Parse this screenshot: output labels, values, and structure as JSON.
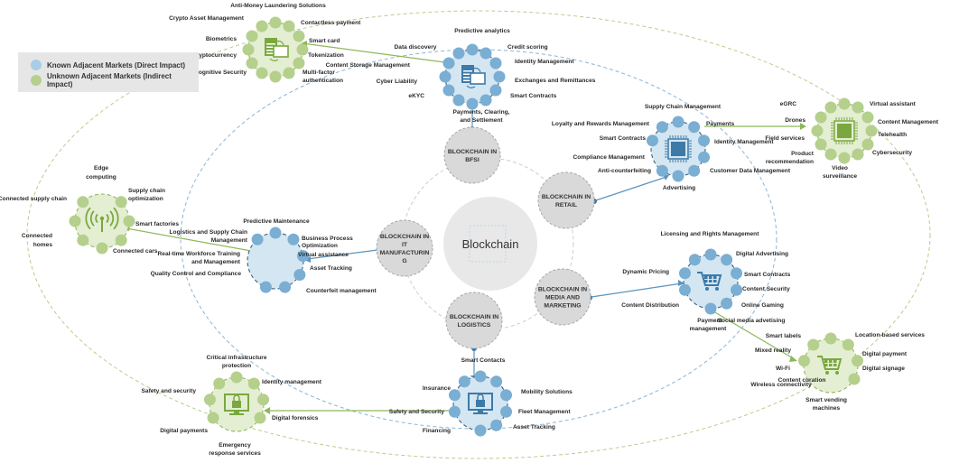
{
  "legend": {
    "known": {
      "label": "Known Adjacent Markets (Direct Impact)",
      "color": "#a9cde6"
    },
    "unknown": {
      "label": "Unknown Adjacent Markets (Indirect Impact)",
      "color": "#b5cf8c"
    }
  },
  "colors": {
    "blue_fill": "#d4e6f1",
    "blue_node": "#7aaed3",
    "blue_line": "#5c94bd",
    "blue_icon": "#3c7aa8",
    "green_fill": "#e4eed3",
    "green_node": "#b5cf8c",
    "green_line": "#8db85a",
    "green_icon": "#7aa83e",
    "gray_fill": "#d9d9d9",
    "core_fill": "#e8e8e8"
  },
  "core": {
    "label": "Blockchain"
  },
  "segments": [
    {
      "id": "bfsi",
      "lines": [
        "BLOCKCHAIN IN",
        "BFSI"
      ]
    },
    {
      "id": "retail",
      "lines": [
        "BLOCKCHAIN IN",
        "RETAIL"
      ]
    },
    {
      "id": "media",
      "lines": [
        "BLOCKCHAIN IN",
        "MEDIA AND",
        "MARKETING"
      ]
    },
    {
      "id": "logistics",
      "lines": [
        "BLOCKCHAIN IN",
        "LOGISTICS"
      ]
    },
    {
      "id": "it",
      "lines": [
        "BLOCKCHAIN IN",
        "IT",
        "MANUFACTURIN",
        "G"
      ]
    }
  ],
  "known_markets": [
    {
      "id": "bfsi-market",
      "icon": "documents-monitor-icon",
      "labels": [
        "Predictive analytics",
        "Data discovery",
        "Credit scoring",
        "Content Storage Management",
        "Identity Management",
        "Cyber Liability",
        "Exchanges and Remittances",
        "eKYC",
        "Smart Contracts",
        "Payments, Clearing,",
        "and Settlement"
      ]
    },
    {
      "id": "retail-market",
      "icon": "chip-icon",
      "labels": [
        "Supply Chain Management",
        "Loyalty and Rewards Management",
        "Payments",
        "Smart Contracts",
        "Identity Management",
        "Compliance Management",
        "Anti-counterfeiting",
        "Customer Data Management",
        "Advertising"
      ]
    },
    {
      "id": "media-market",
      "icon": "shopping-cart-icon",
      "labels": [
        "Licensing and Rights Management",
        "Digital Advertising",
        "Dynamic Pricing",
        "Smart Contracts",
        "Content Security",
        "Content Distribution",
        "Online Gaming",
        "Payment",
        "management",
        "Social media advetising"
      ]
    },
    {
      "id": "logistics-market",
      "icon": "monitor-lock-icon",
      "labels": [
        "Smart Contacts",
        "Insurance",
        "Mobility Solutions",
        "Safety and Security",
        "Fleet Management",
        "Financing",
        "Asset Tracking"
      ]
    },
    {
      "id": "it-market",
      "icon": "none",
      "labels": [
        "Predictive Maintenance",
        "Logistics and Supply Chain",
        "Management",
        "Business Process",
        "Optimization",
        "Real-time Workforce Training",
        "and Management",
        "Virtual assistance",
        "Quality Control and Compliance",
        "Asset Tracking",
        "Counterfeit management"
      ]
    }
  ],
  "unknown_markets": [
    {
      "id": "crypto-market",
      "icon": "documents-monitor-icon",
      "labels": [
        "Anti-Money Laundering Solutions",
        "Crypto Asset Management",
        "Contactless payment",
        "Biometrics",
        "Smart card",
        "Cryptocurrency",
        "Tokenization",
        "Cognitive Security",
        "Multi-factor",
        "authentication"
      ]
    },
    {
      "id": "tech-market",
      "icon": "chip-icon",
      "labels": [
        "eGRC",
        "Virtual assistant",
        "Drones",
        "Content Management",
        "Field services",
        "Telehealth",
        "Product",
        "recommendation",
        "Cybersecurity",
        "Video",
        "surveillance"
      ]
    },
    {
      "id": "iot-market",
      "icon": "antenna-icon",
      "labels": [
        "Edge",
        "computing",
        "Connected supply chain",
        "Supply chain",
        "optimization",
        "Smart factories",
        "Connected",
        "homes",
        "Connected cars"
      ]
    },
    {
      "id": "smart-retail-market",
      "icon": "shopping-cart-icon",
      "labels": [
        "Smart labels",
        "Location-based services",
        "Mixed reality",
        "Digital payment",
        "Wi-Fi",
        "Digital signage",
        "Content curation",
        "Wireless connectivity",
        "Smart vending",
        "machines"
      ]
    },
    {
      "id": "security-market",
      "icon": "monitor-lock-icon",
      "labels": [
        "Critical infrastructure",
        "protection",
        "Identity management",
        "Safety and security",
        "Digital forensics",
        "Digital payments",
        "Emergency",
        "response services"
      ]
    }
  ]
}
